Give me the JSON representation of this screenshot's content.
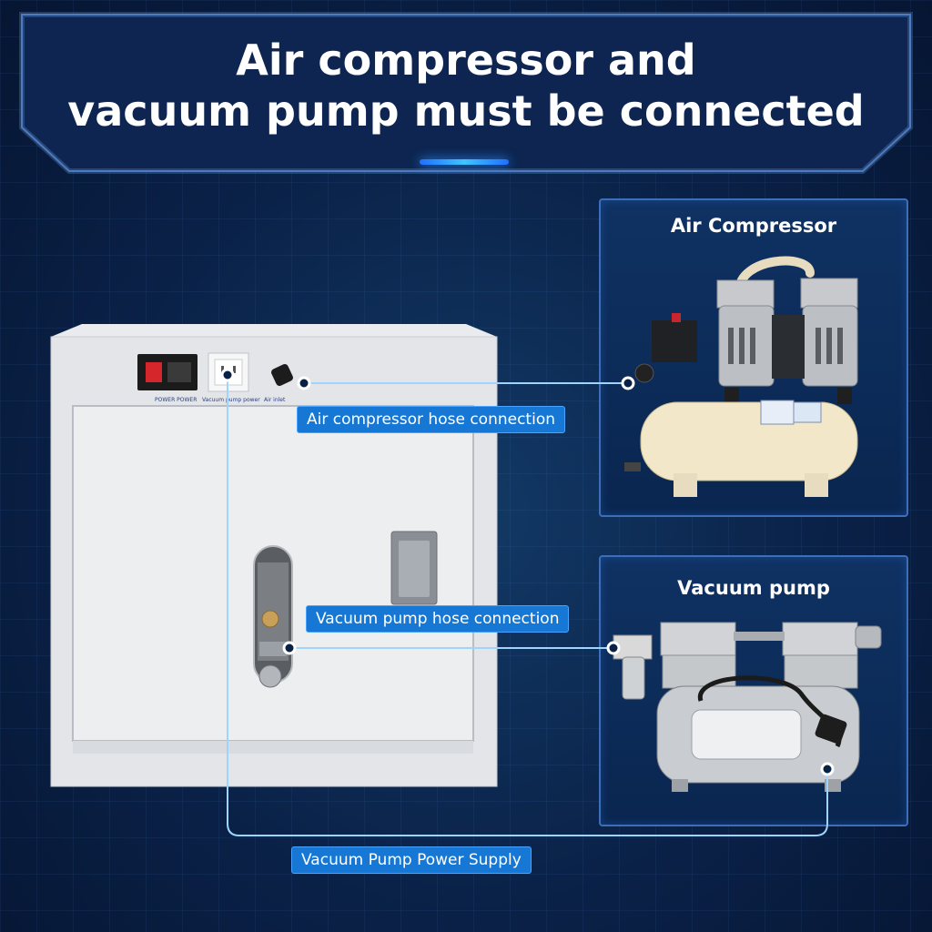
{
  "header": {
    "title_line1": "Air compressor and",
    "title_line2": "vacuum pump must be connected"
  },
  "panels": {
    "air_compressor": {
      "title": "Air Compressor"
    },
    "vacuum_pump": {
      "title": "Vacuum pump"
    }
  },
  "callouts": {
    "air_hose": "Air compressor hose connection",
    "vacuum_hose": "Vacuum pump hose connection",
    "vacuum_power": "Vacuum Pump Power Supply"
  },
  "cabinet": {
    "label_power": "POWER POWER",
    "label_outlet": "Vacuum pump power",
    "label_air": "Air inlet"
  },
  "colors": {
    "background": "#0a2147",
    "panel_border": "#3d6fb8",
    "callout": "#1678d4",
    "connector_line": "#9fd4ff",
    "accent": "#2b8cff"
  }
}
